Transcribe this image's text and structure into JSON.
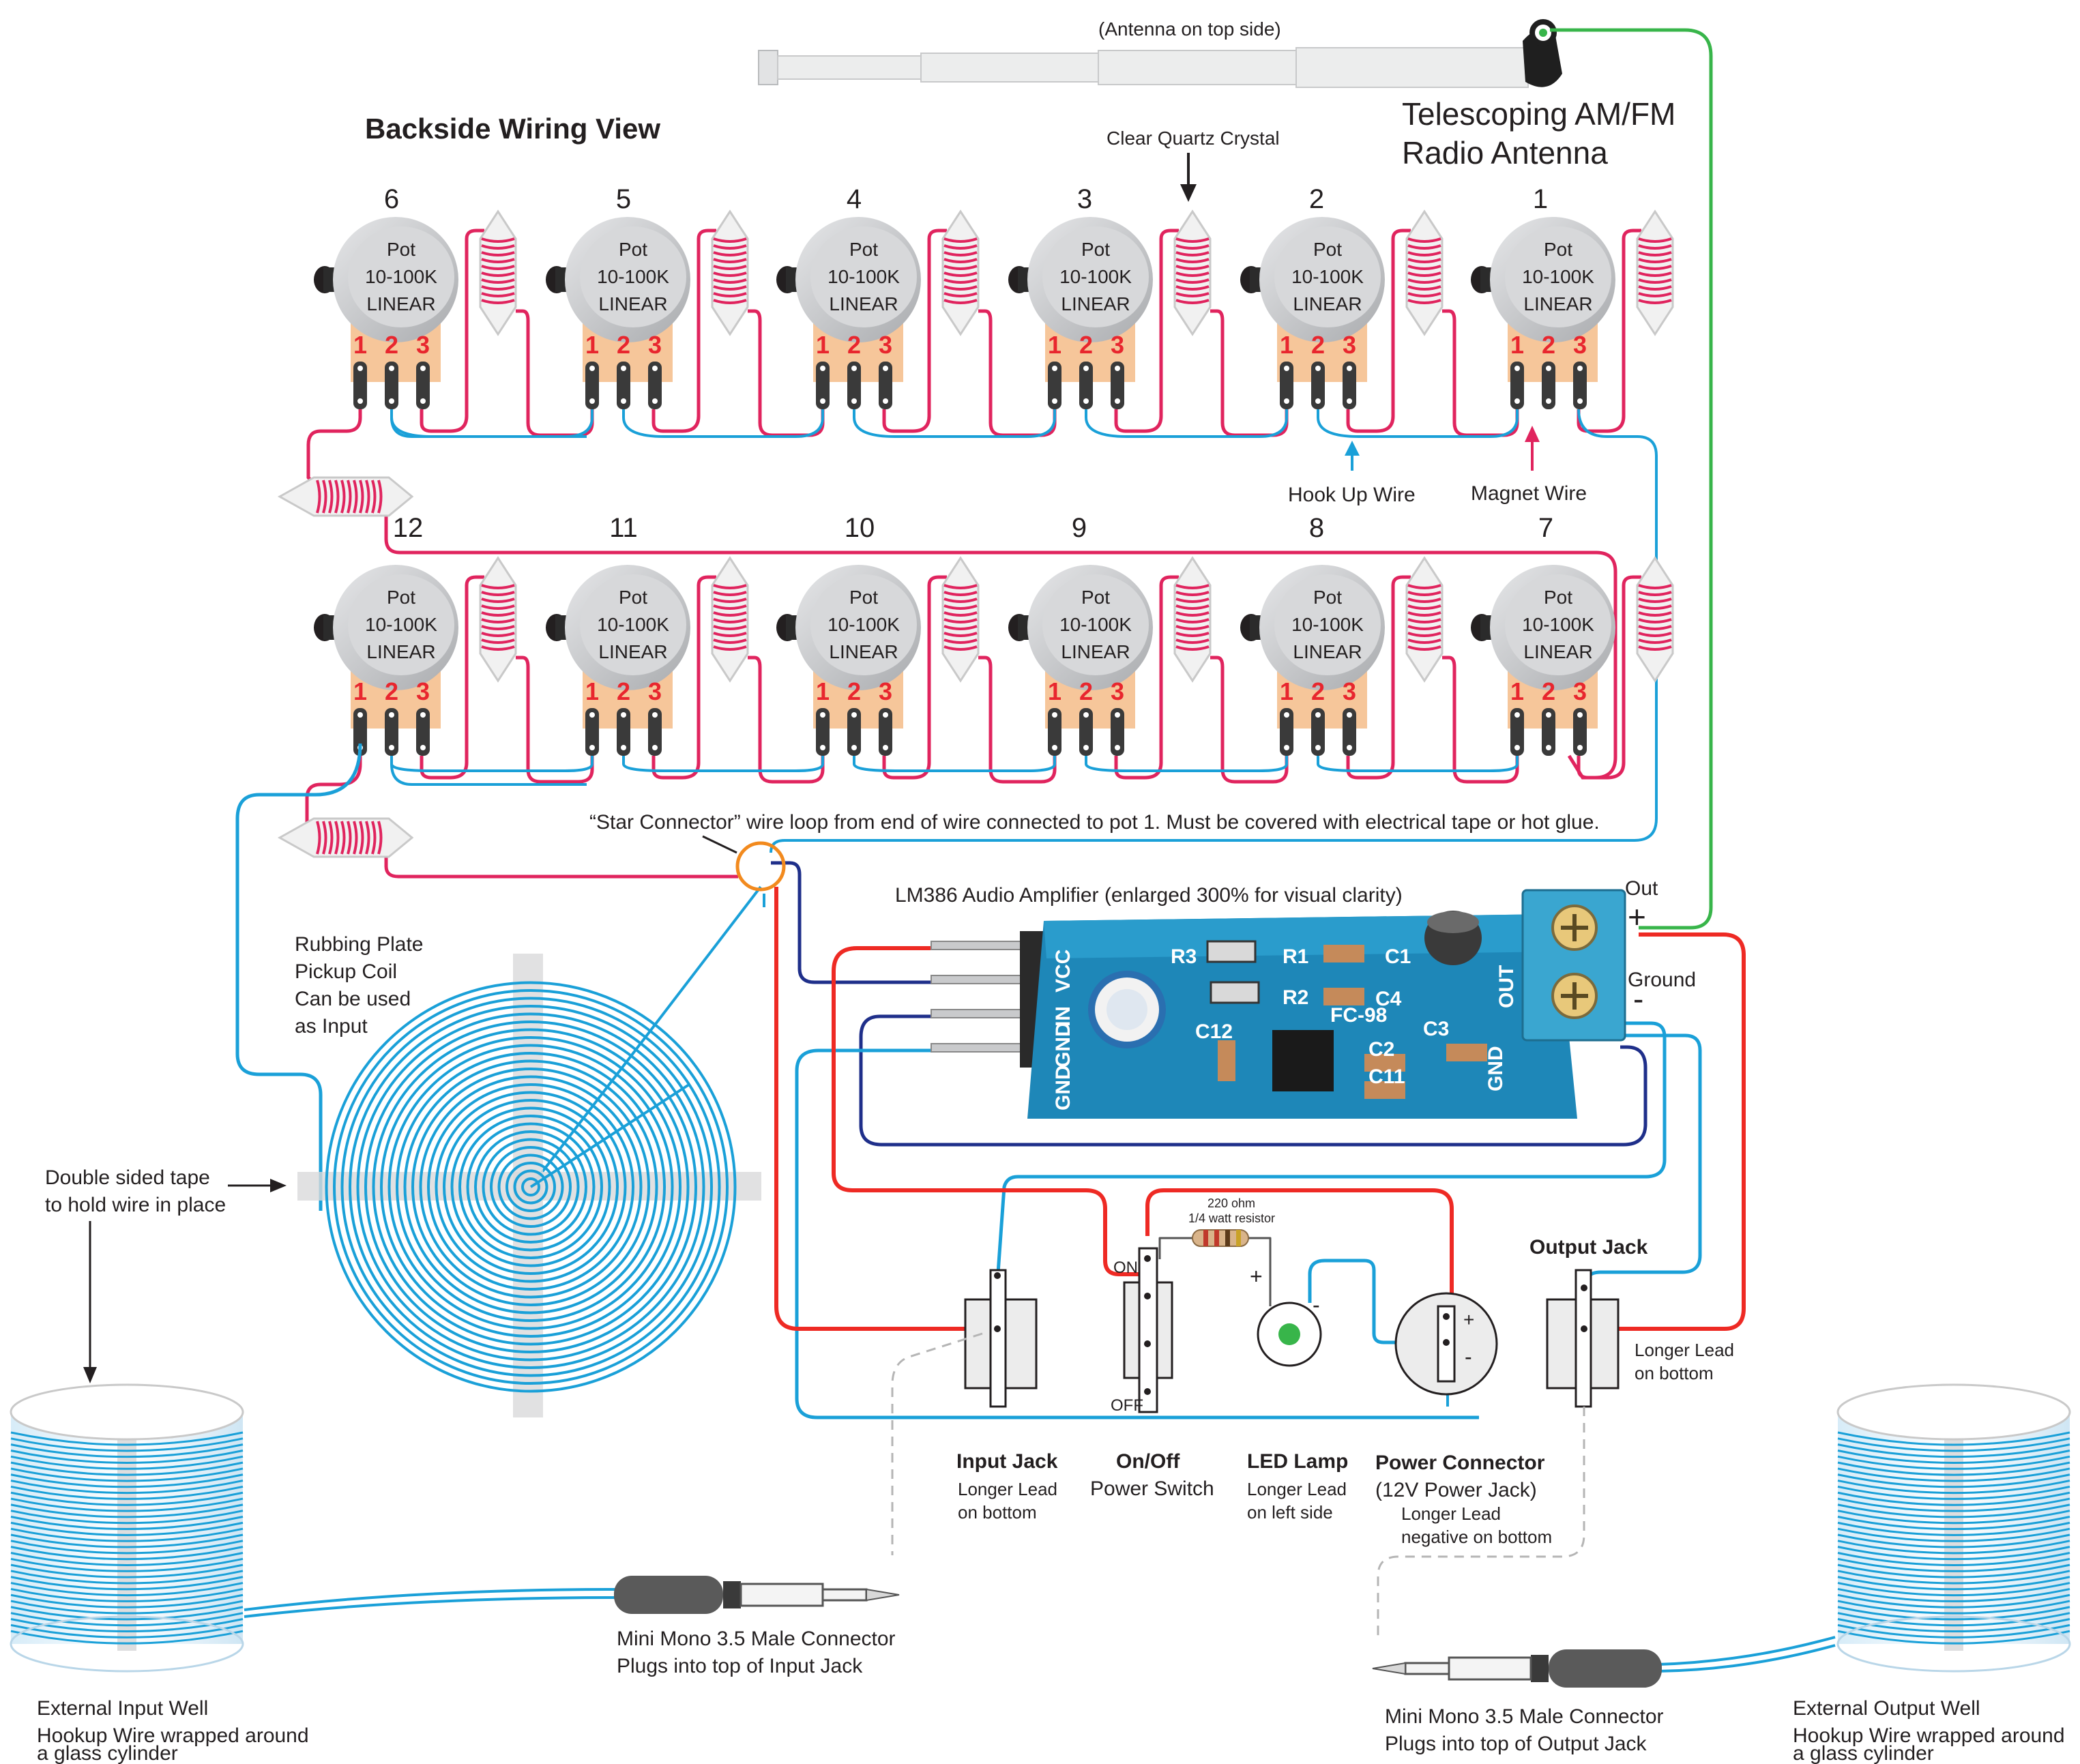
{
  "title": "Backside Wiring View",
  "antenna": {
    "note": "(Antenna on top side)",
    "label_line1": "Telescoping AM/FM",
    "label_line2": "Radio Antenna"
  },
  "crystal_label": "Clear Quartz Crystal",
  "pot": {
    "line1": "Pot",
    "line2": "10-100K",
    "line3": "LINEAR",
    "pins": [
      "1",
      "2",
      "3"
    ]
  },
  "pots_row1": [
    "6",
    "5",
    "4",
    "3",
    "2",
    "1"
  ],
  "pots_row2": [
    "12",
    "11",
    "10",
    "9",
    "8",
    "7"
  ],
  "hookup_wire": "Hook Up Wire",
  "magnet_wire": "Magnet Wire",
  "star_connector": "“Star Connector” wire loop from end of wire connected to pot 1.  Must be covered with electrical tape or hot glue.",
  "amp_label": "LM386 Audio Amplifier (enlarged 300% for visual clarity)",
  "board": {
    "pins": [
      "GND",
      "GND",
      "IN",
      "VCC"
    ],
    "parts": [
      "R3",
      "R1",
      "R2",
      "C1",
      "C4",
      "C12",
      "C2",
      "C3",
      "C11",
      "FC-98",
      "OUT",
      "GND"
    ]
  },
  "out_label": "Out",
  "out_plus": "+",
  "ground_label": "Ground",
  "ground_minus": "-",
  "coil": {
    "line1": "Rubbing Plate",
    "line2": "Pickup Coil",
    "line3": "Can be used",
    "line4": "as Input"
  },
  "tape": {
    "line1": "Double sided tape",
    "line2": "to hold wire in place"
  },
  "resistor": {
    "line1": "220 ohm",
    "line2": "1/4 watt resistor"
  },
  "switch_on": "ON",
  "switch_off": "OFF",
  "led_plus": "+",
  "led_minus": "-",
  "power_plus": "+",
  "power_minus": "-",
  "output_jack_title": "Output Jack",
  "output_jack_note1": "Longer Lead",
  "output_jack_note2": "on bottom",
  "input_jack": {
    "title": "Input Jack",
    "line1": "Longer Lead",
    "line2": "on bottom"
  },
  "power_switch": {
    "title": "On/Off",
    "line1": "Power Switch"
  },
  "led_lamp": {
    "title": "LED Lamp",
    "line1": "Longer Lead",
    "line2": "on left side"
  },
  "power_connector": {
    "title": "Power Connector",
    "line1": "(12V Power Jack)",
    "line2": "Longer Lead",
    "line3": "negative on bottom"
  },
  "mini_in": {
    "line1": "Mini Mono 3.5 Male Connector",
    "line2": "Plugs into top of Input Jack"
  },
  "mini_out": {
    "line1": "Mini Mono 3.5 Male Connector",
    "line2": "Plugs into top of Output Jack"
  },
  "ext_in": {
    "line1": "External Input Well",
    "line2": "Hookup Wire wrapped around",
    "line3": "a glass cylinder"
  },
  "ext_out": {
    "line1": "External Output Well",
    "line2": "Hookup Wire wrapped around",
    "line3": "a glass cylinder"
  },
  "colors": {
    "magnet_wire": "#e0245e",
    "hookup_blue": "#1aa0d8",
    "navy": "#1f2f8a",
    "red_power": "#ee2a24",
    "green": "#38b54a",
    "pot_body": "#c8c9cc",
    "pot_base": "#f6c69a",
    "board": "#1e87b8"
  }
}
